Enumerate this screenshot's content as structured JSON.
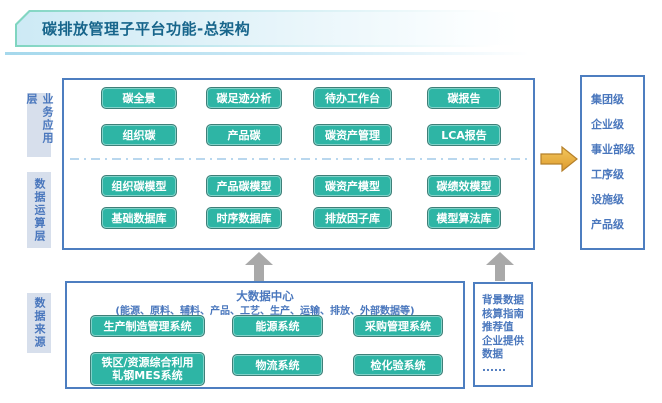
{
  "title": "碳排放管理子平台功能-总架构",
  "layer_labels": {
    "business": "业务应用层",
    "computing": "数据运算层",
    "source": "数据来源"
  },
  "app_layer": {
    "row1": [
      "碳全景",
      "碳足迹分析",
      "待办工作台",
      "碳报告"
    ],
    "row2": [
      "组织碳",
      "产品碳",
      "碳资产管理",
      "LCA报告"
    ]
  },
  "compute_layer": {
    "row1": [
      "组织碳模型",
      "产品碳模型",
      "碳资产模型",
      "碳绩效模型"
    ],
    "row2": [
      "基础数据库",
      "时序数据库",
      "排放因子库",
      "模型算法库"
    ]
  },
  "levels": [
    "集团级",
    "企业级",
    "事业部级",
    "工序级",
    "设施级",
    "产品级"
  ],
  "data_center": {
    "title": "大数据中心",
    "subtitle": "(能源、原料、辅料、产品、工艺、生产、运输、排放、外部数据等)",
    "row1": [
      "生产制造管理系统",
      "能源系统",
      "采购管理系统"
    ],
    "row2": [
      "铁区/资源综合利用\n轧钢MES系统",
      "物流系统",
      "检化验系统"
    ]
  },
  "background_data": [
    "背景数据",
    "核算指南",
    "推荐值",
    "企业提供",
    "数据",
    "......"
  ],
  "colors": {
    "chip_teal": "#2eb5a5",
    "chip_border": "#3f7f78",
    "box_border_blue": "#4d7ec0",
    "text_blue": "#4a77bd",
    "banner_title": "#17658b",
    "arrow_gray": "#a9a9a9",
    "arrow_orange": "#eaa83e"
  }
}
